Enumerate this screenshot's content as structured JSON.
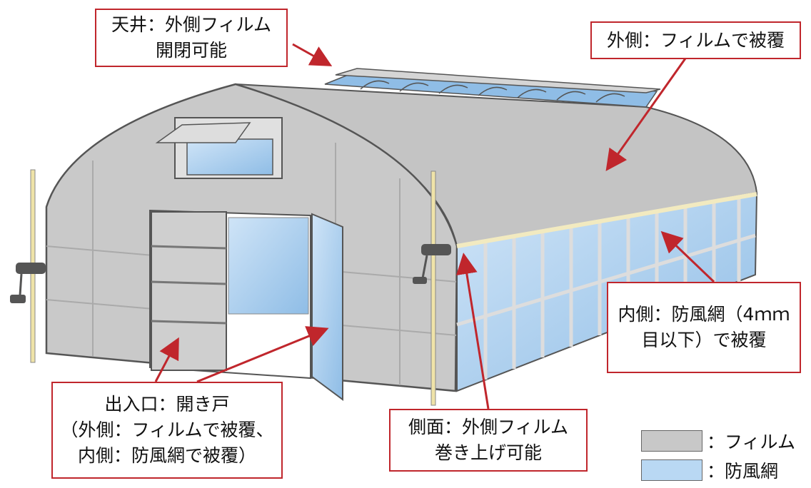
{
  "labels": {
    "roof": [
      "天井：外側フィルム",
      "開閉可能"
    ],
    "outer": [
      "外側：フィルムで被覆"
    ],
    "inner": [
      "内側：防風網（4ｍｍ",
      "目以下）で被覆"
    ],
    "entrance": [
      "出入口：開き戸",
      "（外側：フィルムで被覆、",
      "内側：防風網で被覆）"
    ],
    "side": [
      "側面：外側フィルム",
      "巻き上げ可能"
    ]
  },
  "legend": [
    {
      "label": "：フィルム",
      "color": "#c8c8c8"
    },
    {
      "label": "：防風網",
      "color": "#b9d8f3"
    }
  ],
  "colors": {
    "callout_border": "#c0262c",
    "arrow": "#c0262c",
    "film": "#c8c8c8",
    "net": "#b9d8f3"
  }
}
